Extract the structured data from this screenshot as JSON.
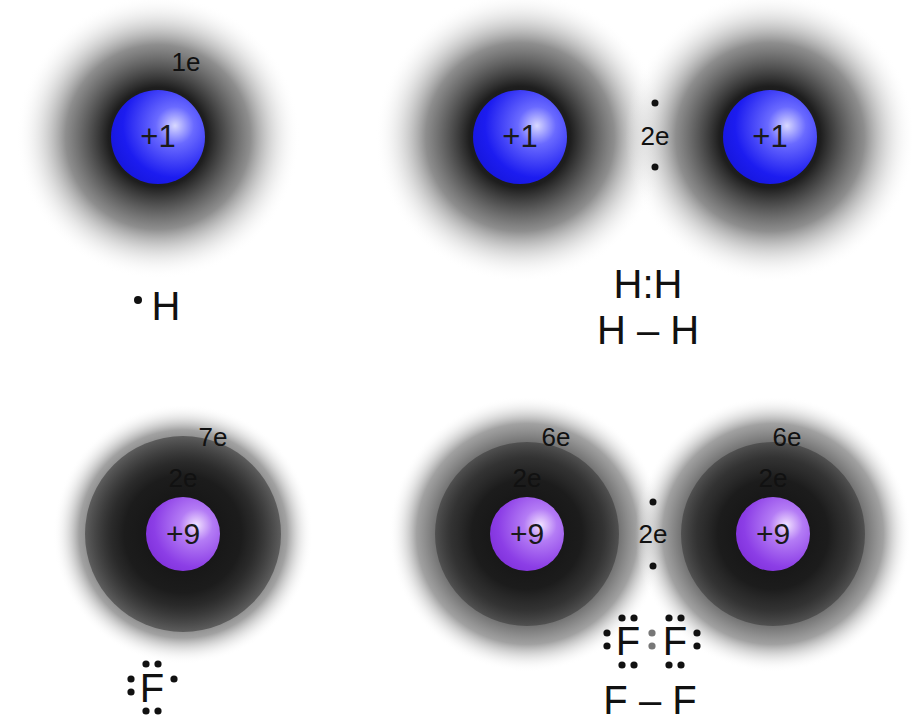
{
  "diagram": {
    "nodes": [
      {
        "text": [
          "+1"
        ]
      },
      {
        "text": [
          "+1"
        ]
      },
      {
        "text": [
          "+1"
        ]
      },
      {
        "text": [
          "+9"
        ]
      },
      {
        "text": [
          "+9"
        ]
      },
      {
        "text": [
          "+9"
        ]
      }
    ],
    "labels": [
      "1e",
      "2e",
      "H",
      "H:H",
      "H – H",
      "7e",
      "2e",
      "6e",
      "2e",
      "6e",
      "2e",
      "2e",
      "F",
      "F",
      "F",
      "F – F"
    ]
  }
}
